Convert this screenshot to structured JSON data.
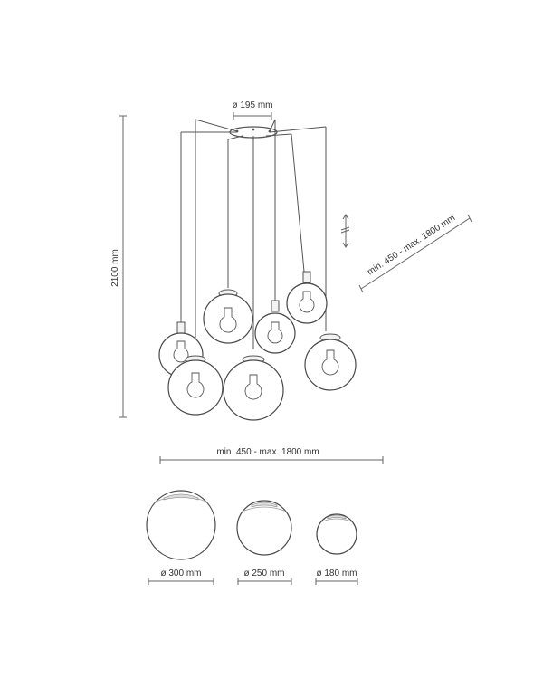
{
  "labels": {
    "canopy_diameter": "ø 195 mm",
    "total_height": "2100 mm",
    "cable_length_diagonal": "min. 450 - max. 1800 mm",
    "cable_length_horizontal": "min. 450 - max. 1800 mm",
    "globe_large": "ø 300 mm",
    "globe_medium": "ø 250 mm",
    "globe_small": "ø 180 mm"
  },
  "colors": {
    "line": "#666666",
    "glass": "#4a4a4a",
    "text": "#333333"
  }
}
